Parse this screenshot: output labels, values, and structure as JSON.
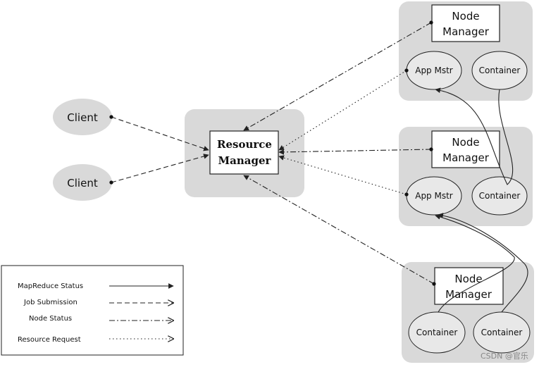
{
  "clients": [
    {
      "label": "Client"
    },
    {
      "label": "Client"
    }
  ],
  "resource_manager": {
    "line1": "Resource",
    "line2": "Manager"
  },
  "nodes": [
    {
      "node_manager": {
        "line1": "Node",
        "line2": "Manager"
      },
      "slots": [
        "App Mstr",
        "Container"
      ]
    },
    {
      "node_manager": {
        "line1": "Node",
        "line2": "Manager"
      },
      "slots": [
        "App Mstr",
        "Container"
      ]
    },
    {
      "node_manager": {
        "line1": "Node",
        "line2": "Manager"
      },
      "slots": [
        "Container",
        "Container"
      ]
    }
  ],
  "legend": {
    "items": [
      {
        "label": "MapReduce Status",
        "style": "solid"
      },
      {
        "label": "Job Submission",
        "style": "dashed"
      },
      {
        "label": "Node Status",
        "style": "dash-dot"
      },
      {
        "label": "Resource Request",
        "style": "dotted"
      }
    ]
  },
  "watermark": "CSDN @官乐",
  "colors": {
    "panel": "#d9d9d9",
    "ellipse": "#e8e8e8",
    "stroke": "#222222"
  }
}
